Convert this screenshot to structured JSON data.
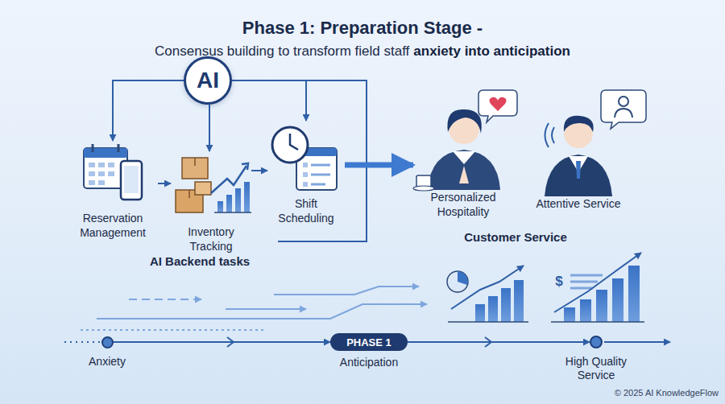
{
  "diagram": {
    "title": "Phase 1: Preparation Stage -",
    "nodes": [
      {
        "text": [
          "AI"
        ]
      },
      {
        "text": [
          "Reservation Management"
        ]
      },
      {
        "text": [
          "Inventory Tracking"
        ]
      },
      {
        "text": [
          "Shift Scheduling"
        ]
      },
      {
        "text": [
          "Personalized Hospitality"
        ]
      },
      {
        "text": [
          "Attentive Service"
        ]
      },
      {
        "text": [
          "Anxiety"
        ]
      },
      {
        "text": [
          "PHASE 1",
          "Anticipation"
        ]
      },
      {
        "text": [
          "High Quality Service"
        ]
      }
    ],
    "edges": [
      {
        "from": 0,
        "to": 1,
        "arrow": "to"
      },
      {
        "from": 0,
        "to": 2,
        "arrow": "to"
      },
      {
        "from": 0,
        "to": 3,
        "arrow": "to"
      },
      {
        "from": 1,
        "to": 2,
        "arrow": "to"
      },
      {
        "from": 2,
        "to": 3,
        "arrow": "to"
      },
      {
        "from": 3,
        "to": 4,
        "arrow": "to"
      },
      {
        "from": 6,
        "to": 7,
        "arrow": "to"
      },
      {
        "from": 7,
        "to": 8,
        "arrow": "to"
      }
    ],
    "labels": [
      "Consensus building to transform field staff",
      "anxiety into anticipation",
      "AI Backend tasks",
      "Customer Service",
      "$",
      "© 2025 AI KnowledgeFlow"
    ]
  }
}
